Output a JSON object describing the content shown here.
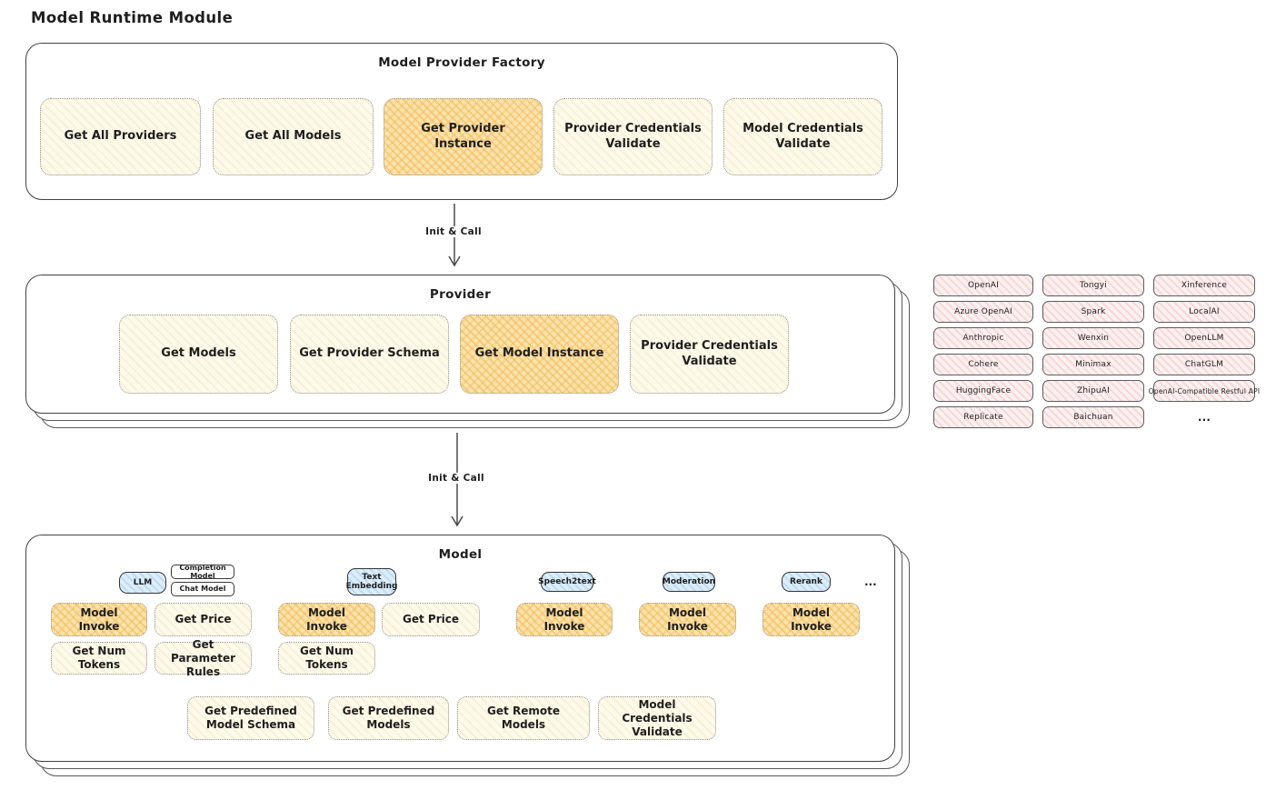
{
  "title": "Model Runtime Module",
  "arrows": {
    "label1": "Init & Call",
    "label2": "Init & Call"
  },
  "factory": {
    "title": "Model Provider Factory",
    "buttons": [
      "Get All Providers",
      "Get All Models",
      "Get Provider Instance",
      "Provider Credentials Validate",
      "Model Credentials Validate"
    ]
  },
  "provider": {
    "title": "Provider",
    "buttons": [
      "Get Models",
      "Get Provider Schema",
      "Get Model Instance",
      "Provider Credentials Validate"
    ]
  },
  "providers": {
    "col1": [
      "OpenAI",
      "Azure OpenAI",
      "Anthropic",
      "Cohere",
      "HuggingFace",
      "Replicate"
    ],
    "col2": [
      "Tongyi",
      "Spark",
      "Wenxin",
      "Minimax",
      "ZhipuAI",
      "Baichuan"
    ],
    "col3": [
      "Xinference",
      "LocalAI",
      "OpenLLM",
      "ChatGLM",
      "OpenAI-Compatible Restful API"
    ],
    "more": "..."
  },
  "model": {
    "title": "Model",
    "tags": {
      "llm": "LLM",
      "completion": "Completion Model",
      "chat": "Chat Model",
      "text_embedding": "Text Embedding",
      "speech2text": "Speech2text",
      "moderation": "Moderation",
      "rerank": "Rerank",
      "more": "..."
    },
    "row1": [
      "Model Invoke",
      "Get Price",
      "Model Invoke",
      "Get Price",
      "Model Invoke",
      "Model Invoke",
      "Model Invoke"
    ],
    "row2": [
      "Get Num Tokens",
      "Get Parameter Rules",
      "Get Num Tokens"
    ],
    "row3": [
      "Get Predefined Model Schema",
      "Get Predefined Models",
      "Get Remote Models",
      "Model Credentials Validate"
    ]
  },
  "colors": {
    "ink": "#1e1e1e",
    "highlight_orange": "#f2b03d",
    "button_cream": "#fefaec",
    "provider_pink": "#fdf1f1",
    "tag_blue": "#ddeefb"
  }
}
